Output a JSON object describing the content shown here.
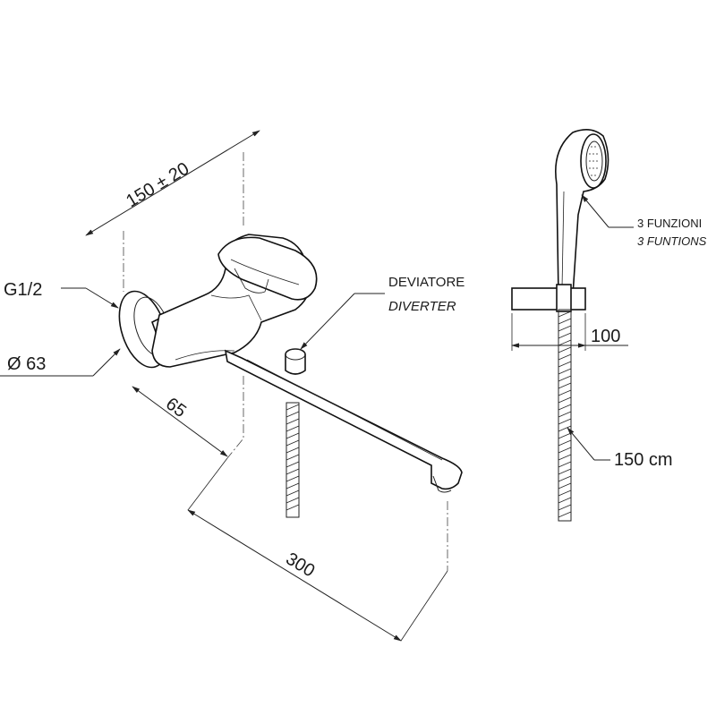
{
  "labels": {
    "connection_thread": "G1/2",
    "flange_diameter": "Ø 63",
    "center_distance": "150 ± 20",
    "wall_offset": "65",
    "spout_length": "300",
    "diverter_it": "DEVIATORE",
    "diverter_en": "DIVERTER",
    "functions_it": "3 FUNZIONI",
    "functions_en": "3 FUNTIONS",
    "holder_width": "100",
    "hose_length": "150 cm"
  }
}
